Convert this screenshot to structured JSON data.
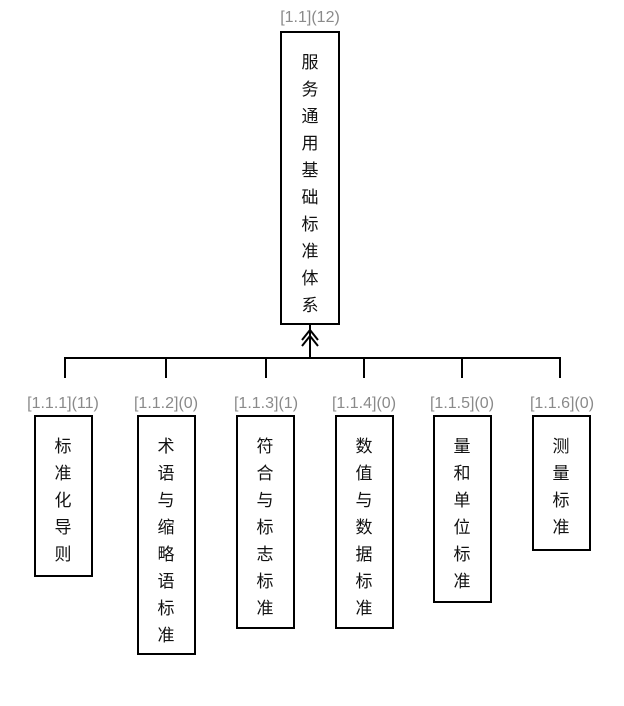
{
  "root": {
    "id_label": "[1.1](12)",
    "chars": [
      "服",
      "务",
      "通",
      "用",
      "基",
      "础",
      "标",
      "准",
      "体",
      "系"
    ]
  },
  "children": [
    {
      "id_label": "[1.1.1](11)",
      "chars": [
        "标",
        "准",
        "化",
        "导",
        "则"
      ]
    },
    {
      "id_label": "[1.1.2](0)",
      "chars": [
        "术",
        "语",
        "与",
        "缩",
        "略",
        "语",
        "标",
        "准"
      ]
    },
    {
      "id_label": "[1.1.3](1)",
      "chars": [
        "符",
        "合",
        "与",
        "标",
        "志",
        "标",
        "准"
      ]
    },
    {
      "id_label": "[1.1.4](0)",
      "chars": [
        "数",
        "值",
        "与",
        "数",
        "据",
        "标",
        "准"
      ]
    },
    {
      "id_label": "[1.1.5](0)",
      "chars": [
        "量",
        "和",
        "单",
        "位",
        "标",
        "准"
      ]
    },
    {
      "id_label": "[1.1.6](0)",
      "chars": [
        "测",
        "量",
        "标",
        "准"
      ]
    }
  ]
}
